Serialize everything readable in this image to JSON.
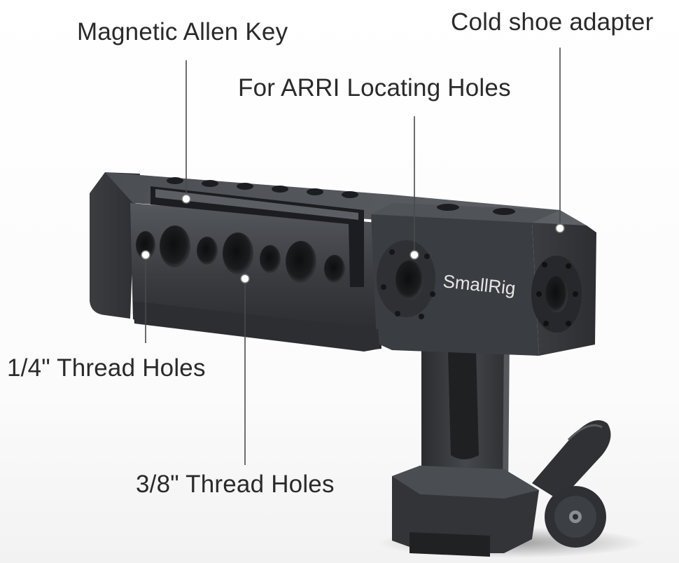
{
  "callouts": {
    "magnetic_allen_key": "Magnetic Allen Key",
    "cold_shoe_adapter": "Cold shoe adapter",
    "arri_locating_holes": "For ARRI Locating Holes",
    "quarter_inch_holes": "1/4\" Thread Holes",
    "three_eighths_holes": "3/8\" Thread Holes"
  },
  "product": {
    "brand": "SmallRig"
  },
  "colors": {
    "background": "#ffffff",
    "metal_dark": "#2b2d30",
    "metal_mid": "#44474b",
    "metal_light": "#6a6d71",
    "leader_line": "#4a4a4a",
    "label_text": "#2a2a2a",
    "brand_text": "#e6e6e6"
  }
}
